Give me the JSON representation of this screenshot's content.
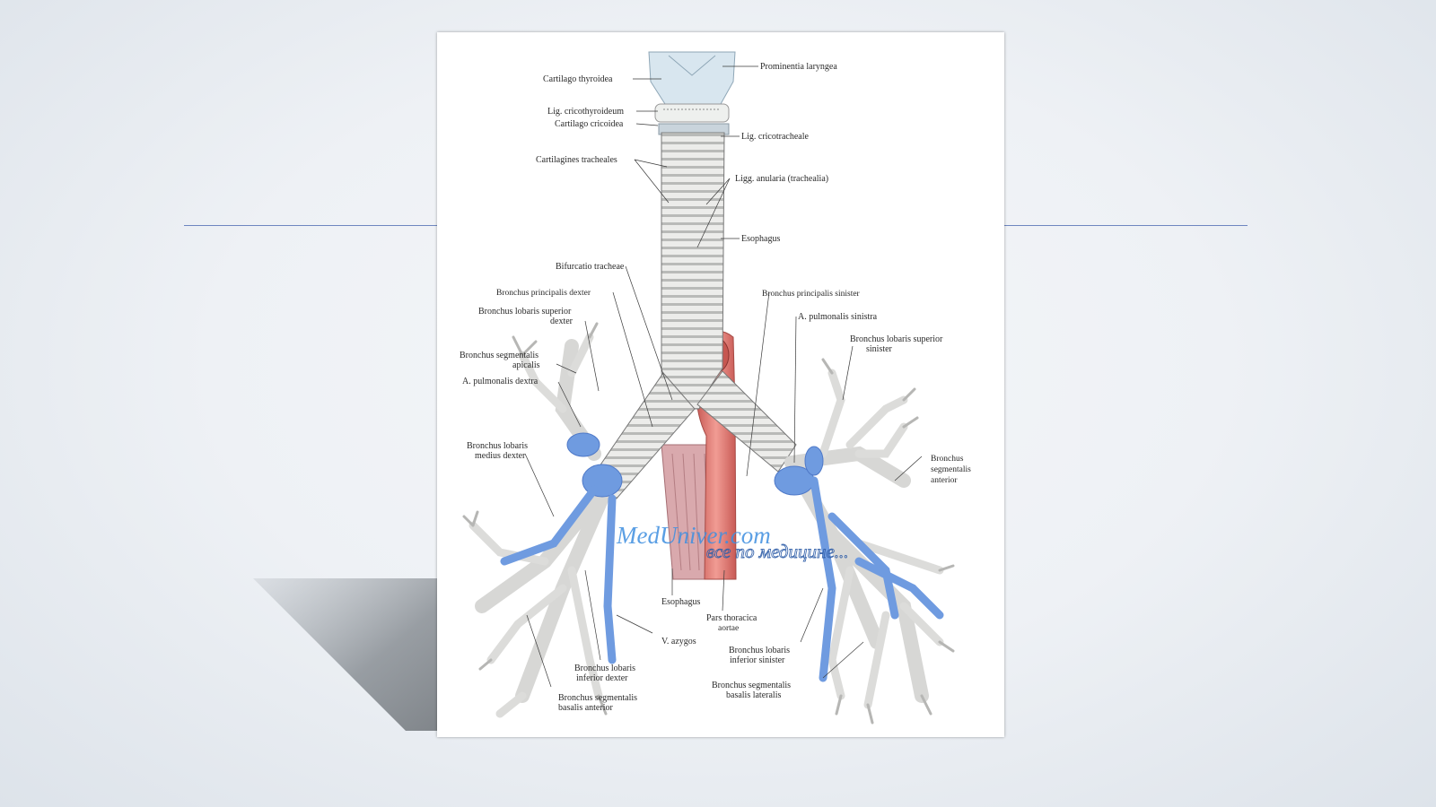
{
  "watermark": {
    "line1": "MedUniver.com",
    "line2": "все по медицине..."
  },
  "labels": {
    "prominentia": "Prominentia laryngea",
    "cart_thyroidea": "Cartilago thyroidea",
    "lig_cricothyroideum": "Lig. cricothyroideum",
    "cart_cricoidea": "Cartilago cricoidea",
    "lig_cricotracheale": "Lig. cricotracheale",
    "cart_tracheales": "Cartilagines tracheales",
    "ligg_anularia": "Ligg. anularia (trachealia)",
    "esophagus_top": "Esophagus",
    "bifurcatio": "Bifurcatio tracheae",
    "br_princ_dexter": "Bronchus principalis dexter",
    "br_princ_sinister": "Bronchus principalis sinister",
    "br_lob_sup_dexter_1": "Bronchus lobaris superior",
    "br_lob_sup_dexter_2": "dexter",
    "a_pulm_sinistra": "A. pulmonalis sinistra",
    "br_seg_apicalis_1": "Bronchus segmentalis",
    "br_seg_apicalis_2": "apicalis",
    "br_lob_sup_sinister_1": "Bronchus lobaris superior",
    "br_lob_sup_sinister_2": "sinister",
    "a_pulm_dextra": "A. pulmonalis dextra",
    "br_lob_med_1": "Bronchus lobaris",
    "br_lob_med_2": "medius dexter",
    "br_seg_ant_1": "Bronchus",
    "br_seg_ant_2": "segmentalis",
    "br_seg_ant_3": "anterior",
    "esophagus_bottom": "Esophagus",
    "pars_thoracica_1": "Pars thoracica",
    "pars_thoracica_2": "aortae",
    "v_azygos": "V. azygos",
    "br_lob_inf_sinister_1": "Bronchus lobaris",
    "br_lob_inf_sinister_2": "inferior sinister",
    "br_lob_inf_dexter_1": "Bronchus lobaris",
    "br_lob_inf_dexter_2": "inferior dexter",
    "br_seg_basalis_lat_1": "Bronchus segmentalis",
    "br_seg_basalis_lat_2": "basalis lateralis",
    "br_seg_basalis_ant_1": "Bronchus segmentalis",
    "br_seg_basalis_ant_2": "basalis anterior"
  },
  "colors": {
    "bronchi": "#e4e4e2",
    "artery": "#6f9be0",
    "aorta": "#e07f78",
    "esophagus": "#d9a9ad",
    "rule": "#6e86c0"
  }
}
